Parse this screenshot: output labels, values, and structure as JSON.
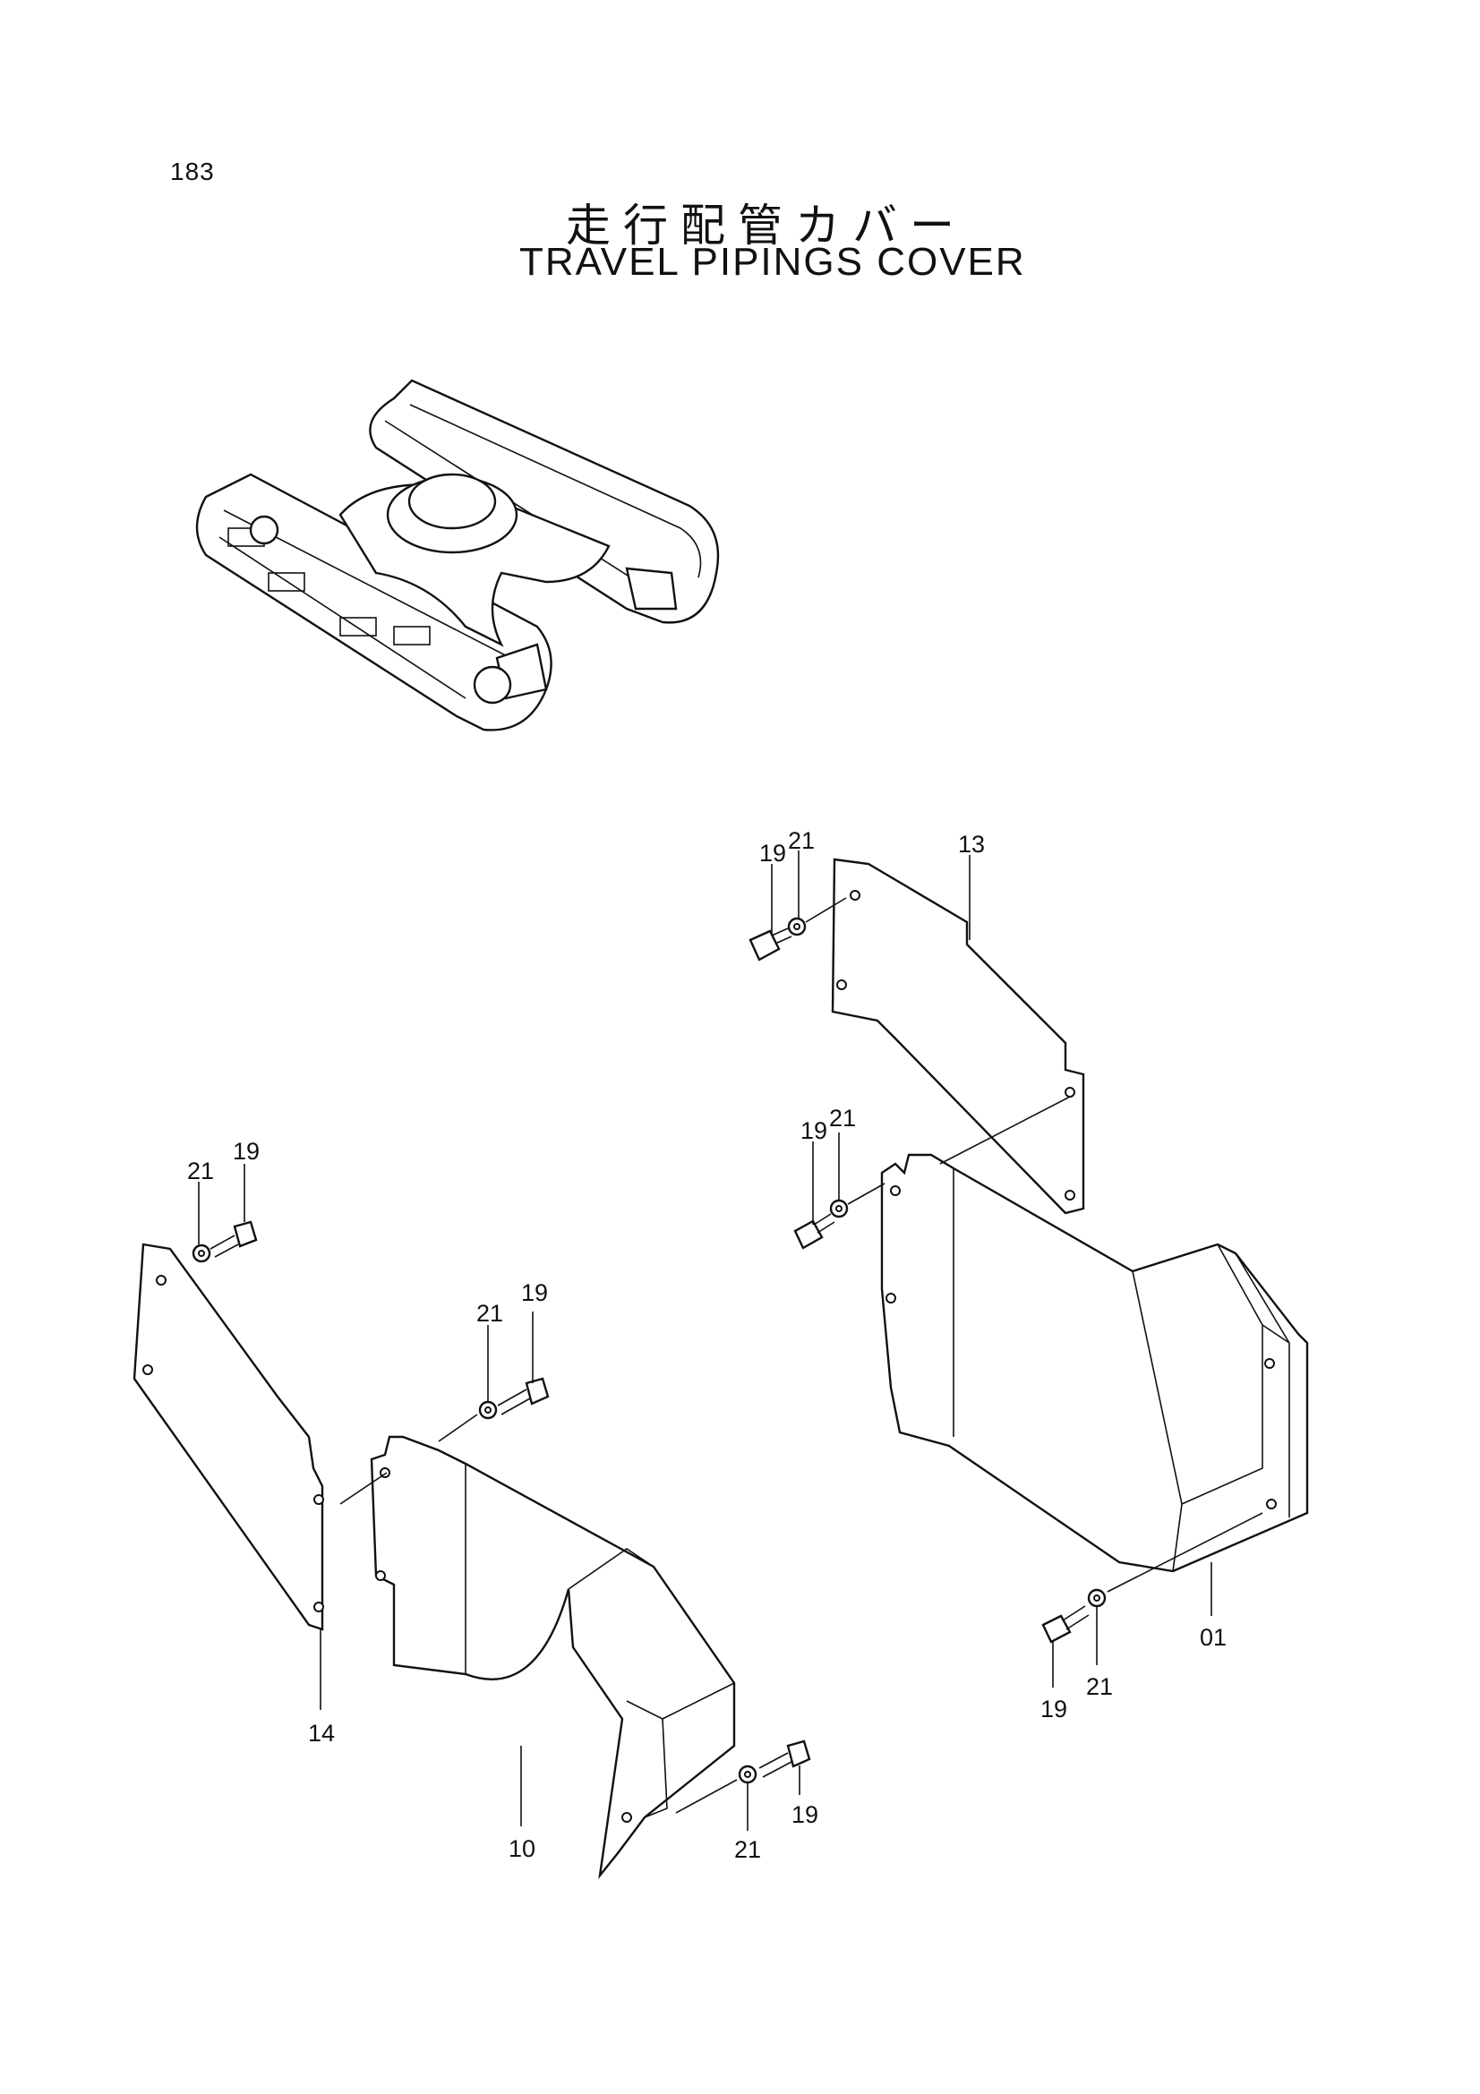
{
  "page": {
    "number": "183"
  },
  "title": {
    "japanese": "走行配管カバー",
    "english": "TRAVEL PIPINGS COVER"
  },
  "callouts": {
    "c13": "13",
    "c19_top": "19",
    "c21_top": "21",
    "c19_mid": "19",
    "c21_mid": "21",
    "c19_left": "19",
    "c21_left": "21",
    "c19_center": "19",
    "c21_center": "21",
    "c14": "14",
    "c10": "10",
    "c21_bottom": "21",
    "c19_bottom": "19",
    "c01": "01",
    "c19_right": "19",
    "c21_right": "21"
  }
}
